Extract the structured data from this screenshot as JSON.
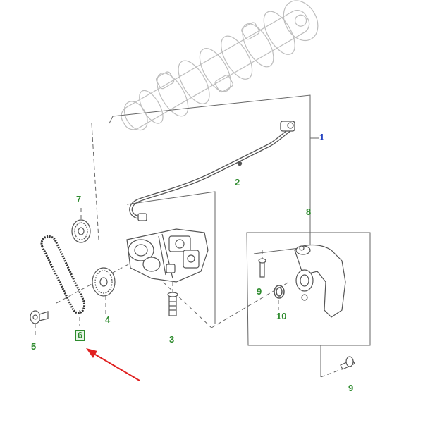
{
  "diagram": {
    "callouts": [
      {
        "id": "c1",
        "text": "1",
        "color": "#1f3fbf"
      },
      {
        "id": "c2",
        "text": "2",
        "color": "#2e8b2e"
      },
      {
        "id": "c3",
        "text": "3",
        "color": "#2e8b2e"
      },
      {
        "id": "c4",
        "text": "4",
        "color": "#2e8b2e"
      },
      {
        "id": "c5",
        "text": "5",
        "color": "#2e8b2e"
      },
      {
        "id": "c6",
        "text": "6",
        "color": "#2e8b2e",
        "highlighted": true
      },
      {
        "id": "c7",
        "text": "7",
        "color": "#2e8b2e"
      },
      {
        "id": "c8",
        "text": "8",
        "color": "#2e8b2e"
      },
      {
        "id": "c9a",
        "text": "9",
        "color": "#2e8b2e"
      },
      {
        "id": "c9b",
        "text": "9",
        "color": "#2e8b2e"
      },
      {
        "id": "c10",
        "text": "10",
        "color": "#2e8b2e"
      }
    ],
    "colors": {
      "outline": "#555555",
      "crankshaft": "#bdbdbd",
      "leader": "#666666",
      "pointer_arrow": "#e02020",
      "label_green": "#2e8b2e",
      "label_blue": "#1f3fbf"
    }
  }
}
